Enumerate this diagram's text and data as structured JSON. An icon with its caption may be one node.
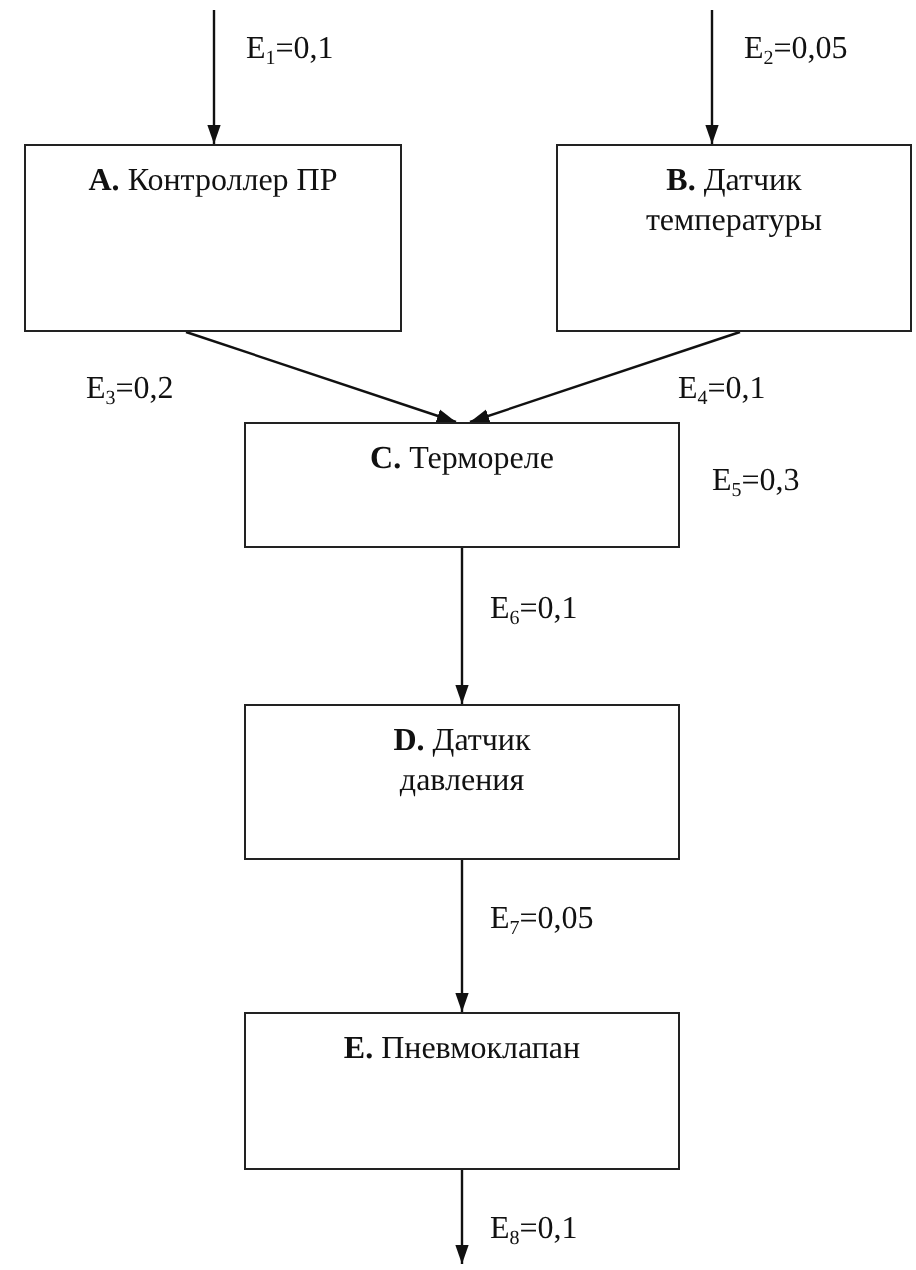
{
  "diagram": {
    "nodes": [
      {
        "text": [
          "**A.** Контроллер ПР"
        ]
      },
      {
        "text": [
          "**B.** Датчик температуры"
        ]
      },
      {
        "text": [
          "**C.** Термореле"
        ],
        "beside": [
          "E$_{5}$=0,3"
        ]
      },
      {
        "text": [
          "**D.** Датчик давления"
        ]
      },
      {
        "text": [
          "**E.** Пневмоклапан"
        ]
      }
    ],
    "edges": [
      {
        "from": null,
        "to": 0,
        "arrow": "to",
        "label": "E$_{1}$=0,1"
      },
      {
        "from": null,
        "to": 1,
        "arrow": "to",
        "label": "E$_{2}$=0,05"
      },
      {
        "from": 0,
        "to": 2,
        "arrow": "to",
        "label": "E$_{3}$=0,2"
      },
      {
        "from": 1,
        "to": 2,
        "arrow": "to",
        "label": "E$_{4}$=0,1"
      },
      {
        "from": 2,
        "to": 3,
        "arrow": "to",
        "label": "E$_{6}$=0,1"
      },
      {
        "from": 3,
        "to": 4,
        "arrow": "to",
        "label": "E$_{7}$=0,05"
      },
      {
        "from": 4,
        "to": null,
        "arrow": "to",
        "label": "E$_{8}$=0,1"
      }
    ]
  }
}
